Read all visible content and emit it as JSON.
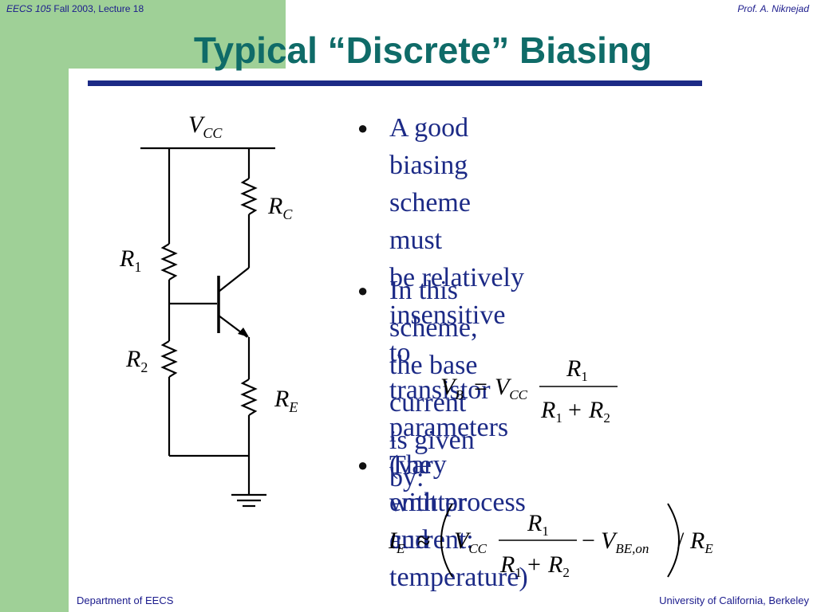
{
  "header": {
    "course": "EECS 105",
    "term": "Fall 2003, Lecture 18",
    "author": "Prof. A. Niknejad"
  },
  "title": "Typical “Discrete” Biasing",
  "bullets": [
    {
      "lines": [
        "A good biasing scheme must",
        "be relatively insensitive to",
        "transistor parameters (vary",
        "with process and temperature)"
      ]
    },
    {
      "lines": [
        "In this scheme, the base",
        "current is given by:"
      ]
    },
    {
      "lines": [
        "The emitter current:"
      ]
    }
  ],
  "circuit": {
    "vcc": {
      "main": "V",
      "sub": "CC"
    },
    "rc": {
      "main": "R",
      "sub": "C"
    },
    "r1": {
      "main": "R",
      "sub": "1"
    },
    "r2": {
      "main": "R",
      "sub": "2"
    },
    "re": {
      "main": "R",
      "sub": "E"
    }
  },
  "equation_vb": {
    "lhs_main": "V",
    "lhs_sub": "B",
    "eq": "=",
    "vcc_main": "V",
    "vcc_sub": "CC",
    "num_main": "R",
    "num_sub": "1",
    "den_a_main": "R",
    "den_a_sub": "1",
    "plus": "+",
    "den_b_main": "R",
    "den_b_sub": "2"
  },
  "equation_ie": {
    "lhs_main": "I",
    "lhs_sub": "E",
    "approx": "≈",
    "vcc_main": "V",
    "vcc_sub": "CC",
    "num_main": "R",
    "num_sub": "1",
    "den_a_main": "R",
    "den_a_sub": "1",
    "plus": "+",
    "den_b_main": "R",
    "den_b_sub": "2",
    "minus": "−",
    "vbe_main": "V",
    "vbe_sub": "BE,on",
    "slash": "/",
    "re_main": "R",
    "re_sub": "E"
  },
  "footer": {
    "left": "Department of EECS",
    "right": "University of California, Berkeley"
  },
  "colors": {
    "sidebar": "#9fd097",
    "title": "#0f6b68",
    "rule": "#1c2a86",
    "body_text": "#1c2a86"
  }
}
